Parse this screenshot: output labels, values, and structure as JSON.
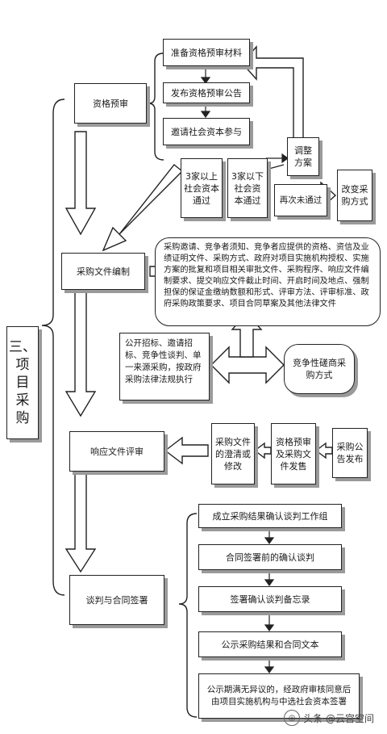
{
  "section": {
    "number": "三、",
    "title": "项目采购"
  },
  "stages": {
    "prequal": "资格预审",
    "compile": "采购文件编制",
    "evaluate": "响应文件评审",
    "negotiate": "谈判与合同签署"
  },
  "prequal_steps": [
    "准备资格预审材料",
    "发布资格预审公告",
    "邀请社会资本参与"
  ],
  "adjust": "调整方案",
  "change_method": "改变采购方式",
  "pass_3plus": "3家以上社会资本通过",
  "pass_under3": "3家以下社会资本通过",
  "fail_again": "再次未通过",
  "doc_contents": "采购邀请、竞争者须知、竞争者应提供的资格、资信及业绩证明文件、采购方式、政府对项目实施机构授权、实施方案的批复和项目相关审批文件、采购程序、响应文件编制要求、提交响应文件截止时间、开启时间及地点、强制担保的保证金缴纳数额和形式、评审方法、评审标准、政府采购政策要求、项目合同草案及其他法律文件",
  "methods_left": "公开招标、邀请招标、竞争性谈判、单一来源采购，按政府采购法律法规执行",
  "methods_right": "竞争性磋商采购方式",
  "clarify": "采购文件的澄清或修改",
  "issue": "资格预审及采购文件发售",
  "announce": "采购公告发布",
  "neg_steps": [
    "成立采购结果确认谈判工作组",
    "合同签署前的确认谈判",
    "签署确认谈判备忘录",
    "公示采购结果和合同文本",
    "公示期满无异议的，经政府审核同意后由项目实施机构与中选社会资本签署"
  ],
  "watermark": "头条 @云宫空间"
}
